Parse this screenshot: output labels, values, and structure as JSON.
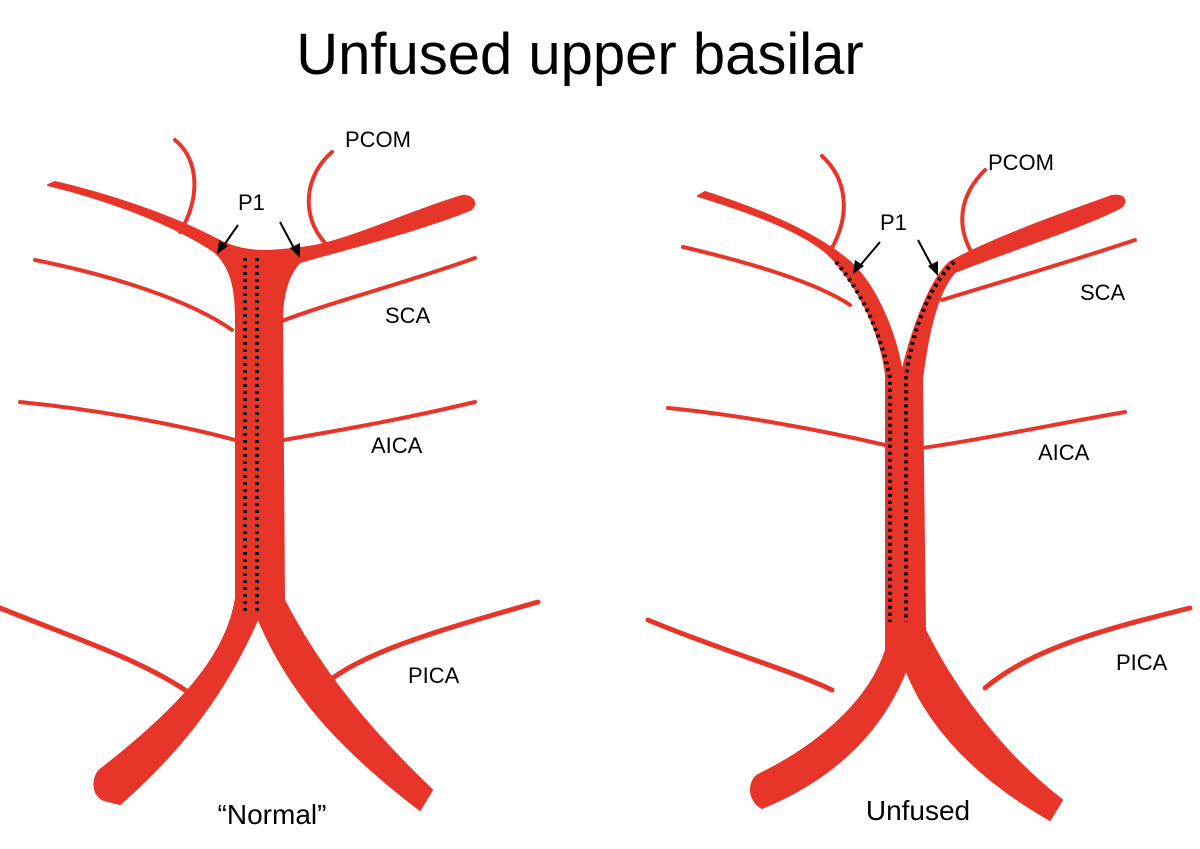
{
  "title": "Unfused upper basilar",
  "panels": [
    {
      "caption": "“Normal”",
      "labels": {
        "pcom": "PCOM",
        "p1": "P1",
        "sca": "SCA",
        "aica": "AICA",
        "pica": "PICA"
      }
    },
    {
      "caption": "Unfused",
      "labels": {
        "pcom": "PCOM",
        "p1": "P1",
        "sca": "SCA",
        "aica": "AICA",
        "pica": "PICA"
      }
    }
  ],
  "colors": {
    "vessel": "#e8352a",
    "text": "#000000",
    "background": "#ffffff"
  }
}
